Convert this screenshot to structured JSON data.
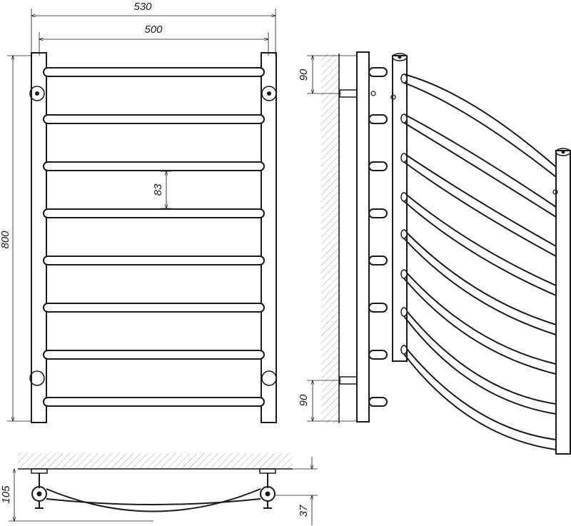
{
  "dimensions": {
    "overall_width": "530",
    "center_distance_horizontal": "500",
    "height": "800",
    "rung_spacing": "83",
    "bracket_offset_top": "90",
    "bracket_offset_bottom": "90",
    "wall_distance": "105",
    "curve_depth": "37"
  },
  "colors": {
    "line": "#1a1a1a",
    "background": "#ffffff",
    "hatch": "#777777"
  }
}
